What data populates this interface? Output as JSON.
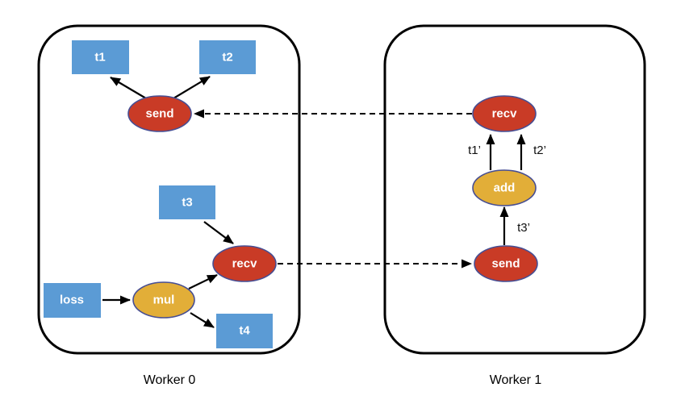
{
  "colors": {
    "tensor_blue": "#5B9BD5",
    "op_red": "#C93B26",
    "op_gold": "#E2AE38",
    "node_border": "#474E93",
    "line_black": "#000000"
  },
  "worker0": {
    "label": "Worker 0",
    "nodes": {
      "t1": "t1",
      "t2": "t2",
      "t3": "t3",
      "t4": "t4",
      "loss": "loss",
      "send": "send",
      "recv": "recv",
      "mul": "mul"
    }
  },
  "worker1": {
    "label": "Worker 1",
    "nodes": {
      "recv": "recv",
      "add": "add",
      "send": "send"
    },
    "edge_labels": {
      "t1_grad": "t1’",
      "t2_grad": "t2’",
      "t3_grad": "t3’"
    }
  }
}
